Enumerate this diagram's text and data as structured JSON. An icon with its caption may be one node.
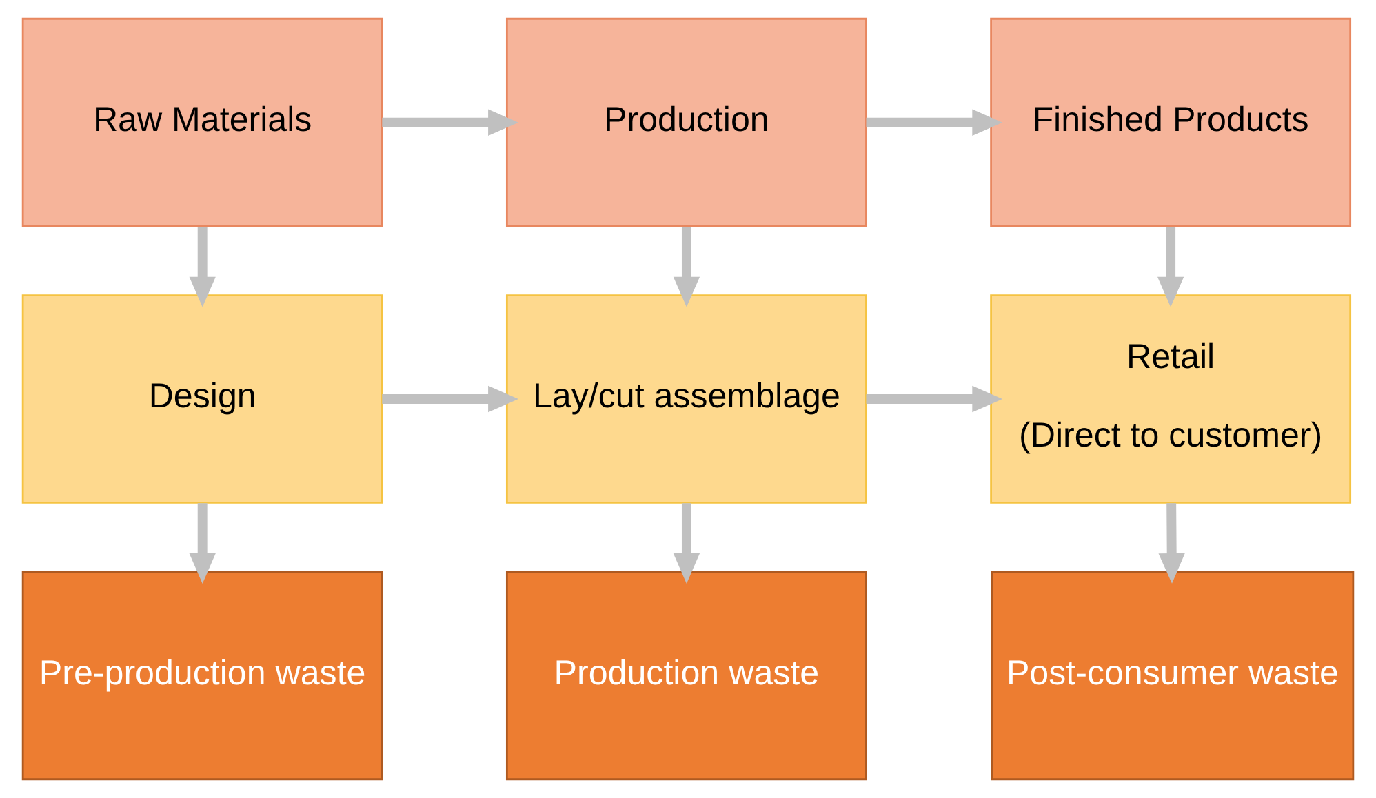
{
  "diagram": {
    "nodes": [
      {
        "text": [
          "Raw Materials"
        ]
      },
      {
        "text": [
          "Production"
        ]
      },
      {
        "text": [
          "Finished Products"
        ]
      },
      {
        "text": [
          "Design"
        ]
      },
      {
        "text": [
          "Lay/cut assemblage"
        ]
      },
      {
        "text": [
          "Retail",
          "(Direct to customer)"
        ]
      },
      {
        "text": [
          "Pre-production waste"
        ]
      },
      {
        "text": [
          "Production waste"
        ]
      },
      {
        "text": [
          "Post-consumer waste"
        ]
      }
    ],
    "edges": [
      {
        "from": 0,
        "to": 1,
        "arrow": "to"
      },
      {
        "from": 1,
        "to": 2,
        "arrow": "to"
      },
      {
        "from": 0,
        "to": 3,
        "arrow": "to"
      },
      {
        "from": 1,
        "to": 4,
        "arrow": "to"
      },
      {
        "from": 2,
        "to": 5,
        "arrow": "to"
      },
      {
        "from": 3,
        "to": 4,
        "arrow": "to"
      },
      {
        "from": 4,
        "to": 5,
        "arrow": "to"
      },
      {
        "from": 3,
        "to": 6,
        "arrow": "to"
      },
      {
        "from": 4,
        "to": 7,
        "arrow": "to"
      },
      {
        "from": 5,
        "to": 8,
        "arrow": "to"
      }
    ]
  }
}
